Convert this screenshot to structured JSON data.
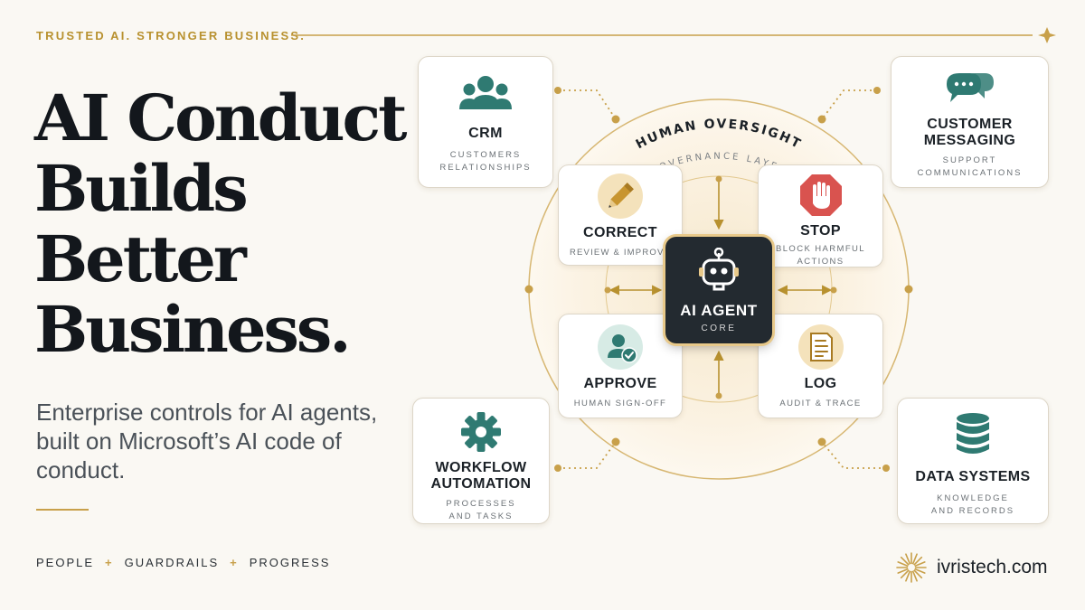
{
  "tagline": "TRUSTED AI. STRONGER BUSINESS.",
  "headline": [
    "AI Conduct",
    "Builds",
    "Better",
    "Business."
  ],
  "subhead": "Enterprise controls for AI agents, built on Microsoft’s AI code of conduct.",
  "pillars": [
    "PEOPLE",
    "GUARDRAILS",
    "PROGRESS"
  ],
  "pillar_separator": "+",
  "brand": "ivristech.com",
  "ring": {
    "title": "HUMAN OVERSIGHT",
    "subtitle": "GOVERNANCE LAYER"
  },
  "core": {
    "title": "AI AGENT",
    "subtitle": "CORE",
    "icon": "robot-icon"
  },
  "controls": {
    "correct": {
      "title": "CORRECT",
      "subtitle": "REVIEW & IMPROVE",
      "icon": "pencil-icon"
    },
    "stop": {
      "title": "STOP",
      "subtitle": [
        "BLOCK HARMFUL",
        "ACTIONS"
      ],
      "icon": "stop-hand-icon"
    },
    "approve": {
      "title": "APPROVE",
      "subtitle": "HUMAN SIGN-OFF",
      "icon": "user-check-icon"
    },
    "log": {
      "title": "LOG",
      "subtitle": "AUDIT & TRACE",
      "icon": "document-icon"
    }
  },
  "systems": {
    "crm": {
      "title": "CRM",
      "subtitle": [
        "CUSTOMERS",
        "RELATIONSHIPS"
      ],
      "icon": "people-icon"
    },
    "messaging": {
      "title": [
        "CUSTOMER",
        "MESSAGING"
      ],
      "subtitle": [
        "SUPPORT",
        "COMMUNICATIONS"
      ],
      "icon": "chat-bubbles-icon"
    },
    "workflow": {
      "title": [
        "WORKFLOW",
        "AUTOMATION"
      ],
      "subtitle": [
        "PROCESSES",
        "AND TASKS"
      ],
      "icon": "gear-icon"
    },
    "data": {
      "title": "DATA SYSTEMS",
      "subtitle": [
        "KNOWLEDGE",
        "AND RECORDS"
      ],
      "icon": "database-icon"
    }
  },
  "colors": {
    "gold": "#c8a04a",
    "teal": "#2f7a72",
    "dark": "#232a30",
    "stop_red": "#d9534f"
  }
}
